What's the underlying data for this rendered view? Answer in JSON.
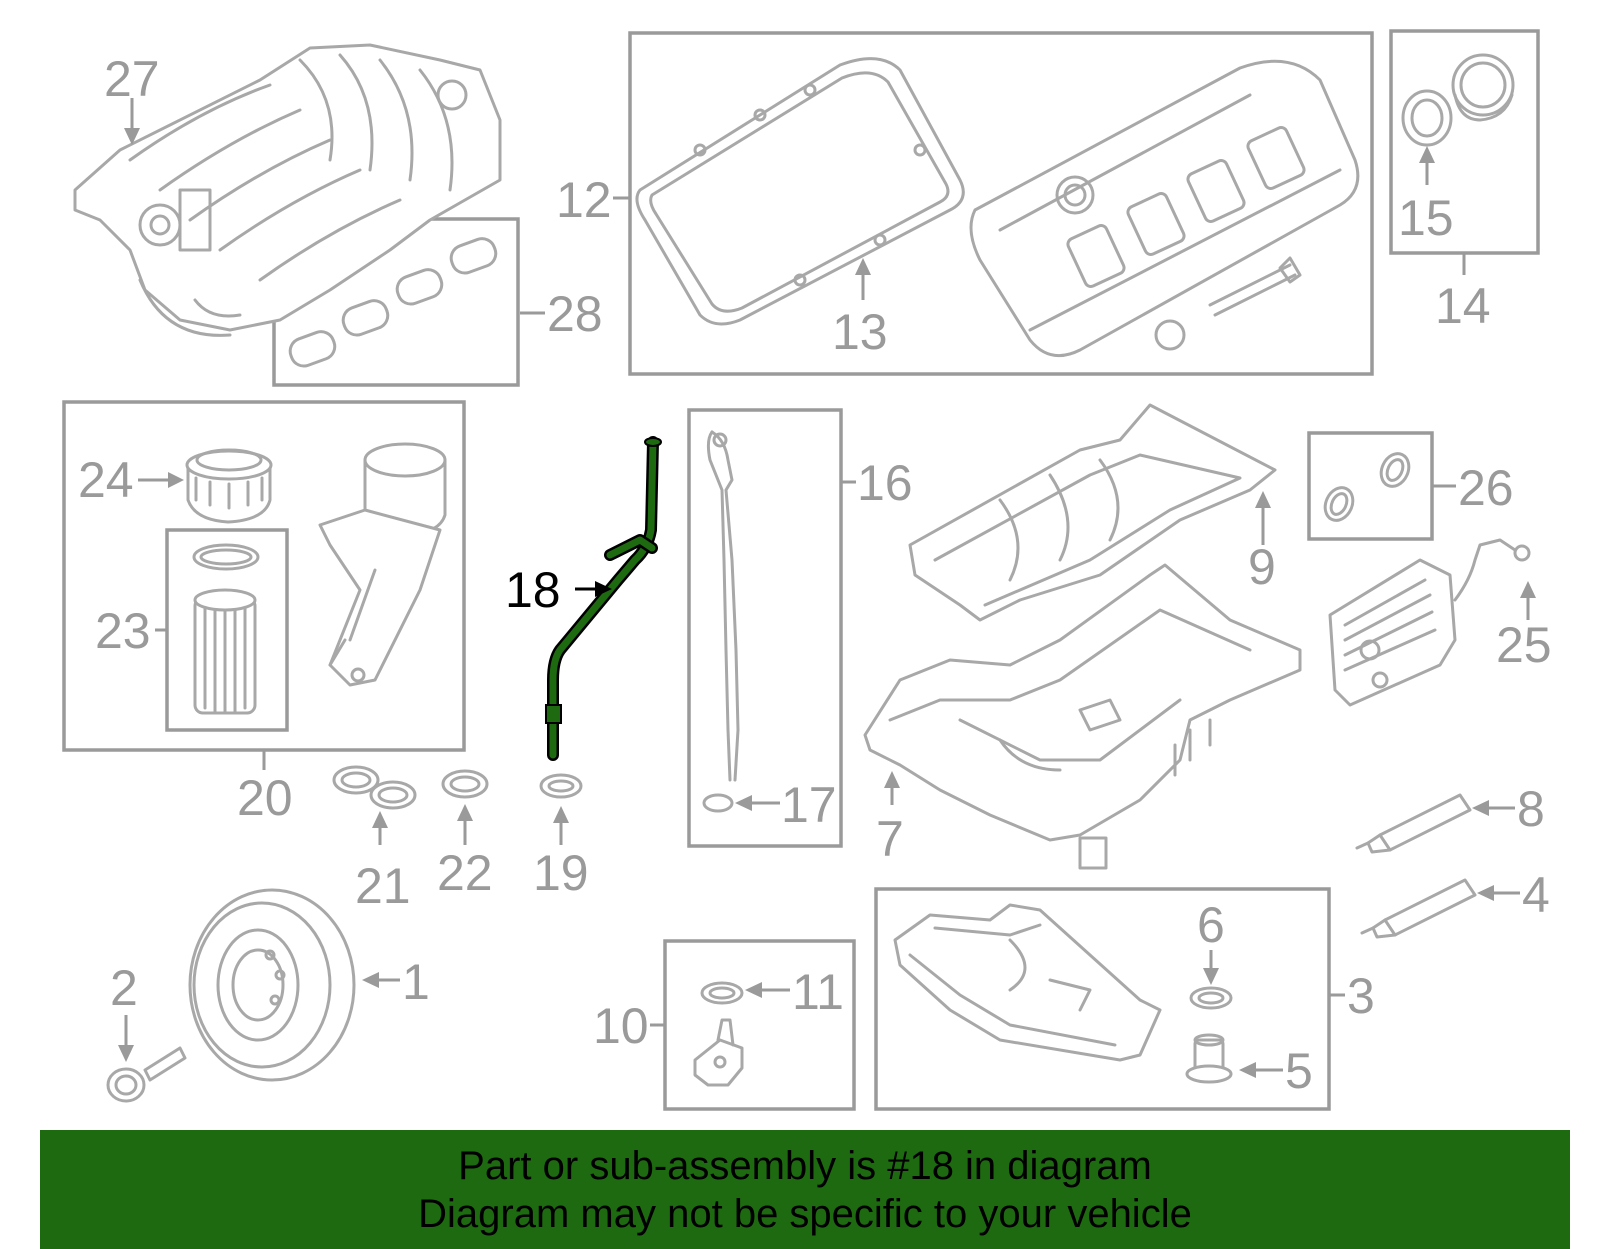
{
  "callouts": {
    "c1": "1",
    "c2": "2",
    "c3": "3",
    "c4": "4",
    "c5": "5",
    "c6": "6",
    "c7": "7",
    "c8": "8",
    "c9": "9",
    "c10": "10",
    "c11": "11",
    "c12": "12",
    "c13": "13",
    "c14": "14",
    "c15": "15",
    "c16": "16",
    "c17": "17",
    "c18": "18",
    "c19": "19",
    "c20": "20",
    "c21": "21",
    "c22": "22",
    "c23": "23",
    "c24": "24",
    "c25": "25",
    "c26": "26",
    "c27": "27",
    "c28": "28"
  },
  "highlighted_part": "18",
  "colors": {
    "highlight": "#1e6a10",
    "line_art": "#a8a8a8",
    "callout_text": "#9a9a9a",
    "banner_background": "#1e6a10"
  },
  "banner": {
    "line1": "Part or sub-assembly is #18 in diagram",
    "line2": "Diagram may not be specific to your vehicle"
  }
}
